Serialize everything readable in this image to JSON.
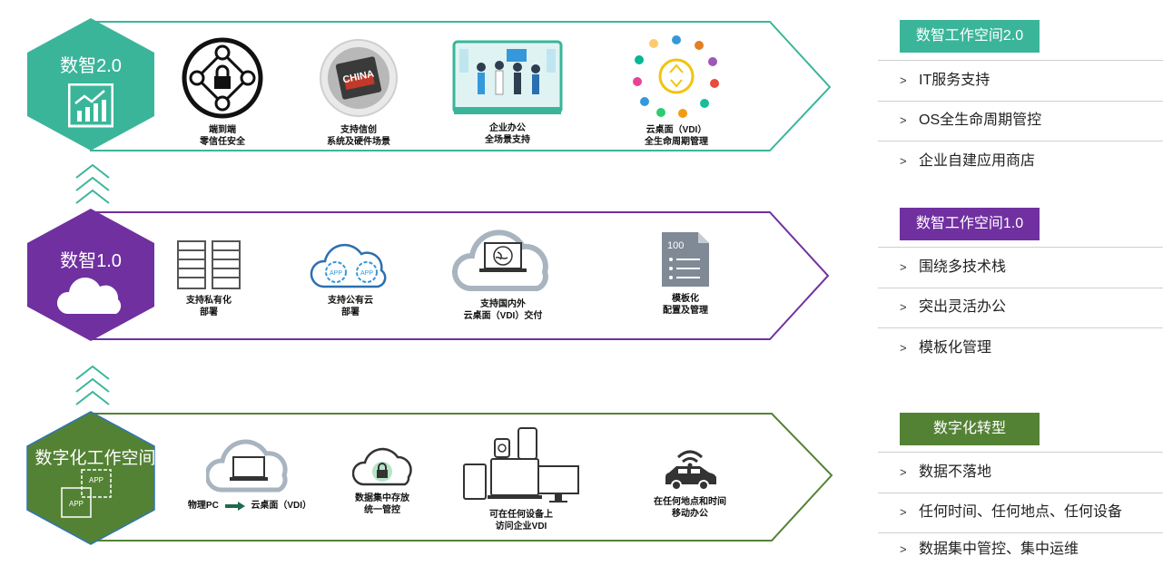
{
  "colors": {
    "teal": "#3bb59a",
    "purple": "#7030a0",
    "green": "#548235",
    "gray_icon": "#808a96"
  },
  "bands": [
    {
      "title": "数智2.0",
      "features": [
        {
          "icon": "lock-network-icon",
          "lines": [
            "端到端",
            "零信任安全"
          ]
        },
        {
          "icon": "china-chip-icon",
          "lines": [
            "支持信创",
            "系统及硬件场景"
          ]
        },
        {
          "icon": "office-scene-icon",
          "lines": [
            "企业办公",
            "全场景支持"
          ]
        },
        {
          "icon": "lifecycle-ring-icon",
          "lines": [
            "云桌面（VDI）",
            "全生命周期管理"
          ]
        }
      ]
    },
    {
      "title": "数智1.0",
      "features": [
        {
          "icon": "server-rack-icon",
          "lines": [
            "支持私有化",
            "部署"
          ]
        },
        {
          "icon": "app-cloud-icon",
          "lines": [
            "支持公有云",
            "部署"
          ],
          "badge": "APP"
        },
        {
          "icon": "cloud-laptop-globe-icon",
          "lines": [
            "支持国内外",
            "云桌面（VDI）交付"
          ]
        },
        {
          "icon": "template-doc-icon",
          "lines": [
            "模板化",
            "配置及管理"
          ],
          "badge": "100"
        }
      ]
    },
    {
      "title": "数字化工作空间",
      "features": [
        {
          "icon": "pc-to-cloud-icon",
          "lines": [
            "物理PC",
            "云桌面（VDI）"
          ]
        },
        {
          "icon": "cloud-lock-icon",
          "lines": [
            "数据集中存放",
            "统一管控"
          ]
        },
        {
          "icon": "multi-device-icon",
          "lines": [
            "可在任何设备上",
            "访问企业VDI"
          ]
        },
        {
          "icon": "connected-car-icon",
          "lines": [
            "在任何地点和时间",
            "移动办公"
          ]
        }
      ],
      "badge": "APP"
    }
  ],
  "panels": [
    {
      "heading": "数智工作空间2.0",
      "items": [
        "IT服务支持",
        "OS全生命周期管控",
        "企业自建应用商店"
      ]
    },
    {
      "heading": "数智工作空间1.0",
      "items": [
        "围绕多技术栈",
        "突出灵活办公",
        "模板化管理"
      ]
    },
    {
      "heading": "数字化转型",
      "items": [
        "数据不落地",
        "任何时间、任何地点、任何设备",
        "数据集中管控、集中运维"
      ]
    }
  ],
  "arrow_glyph": ">"
}
